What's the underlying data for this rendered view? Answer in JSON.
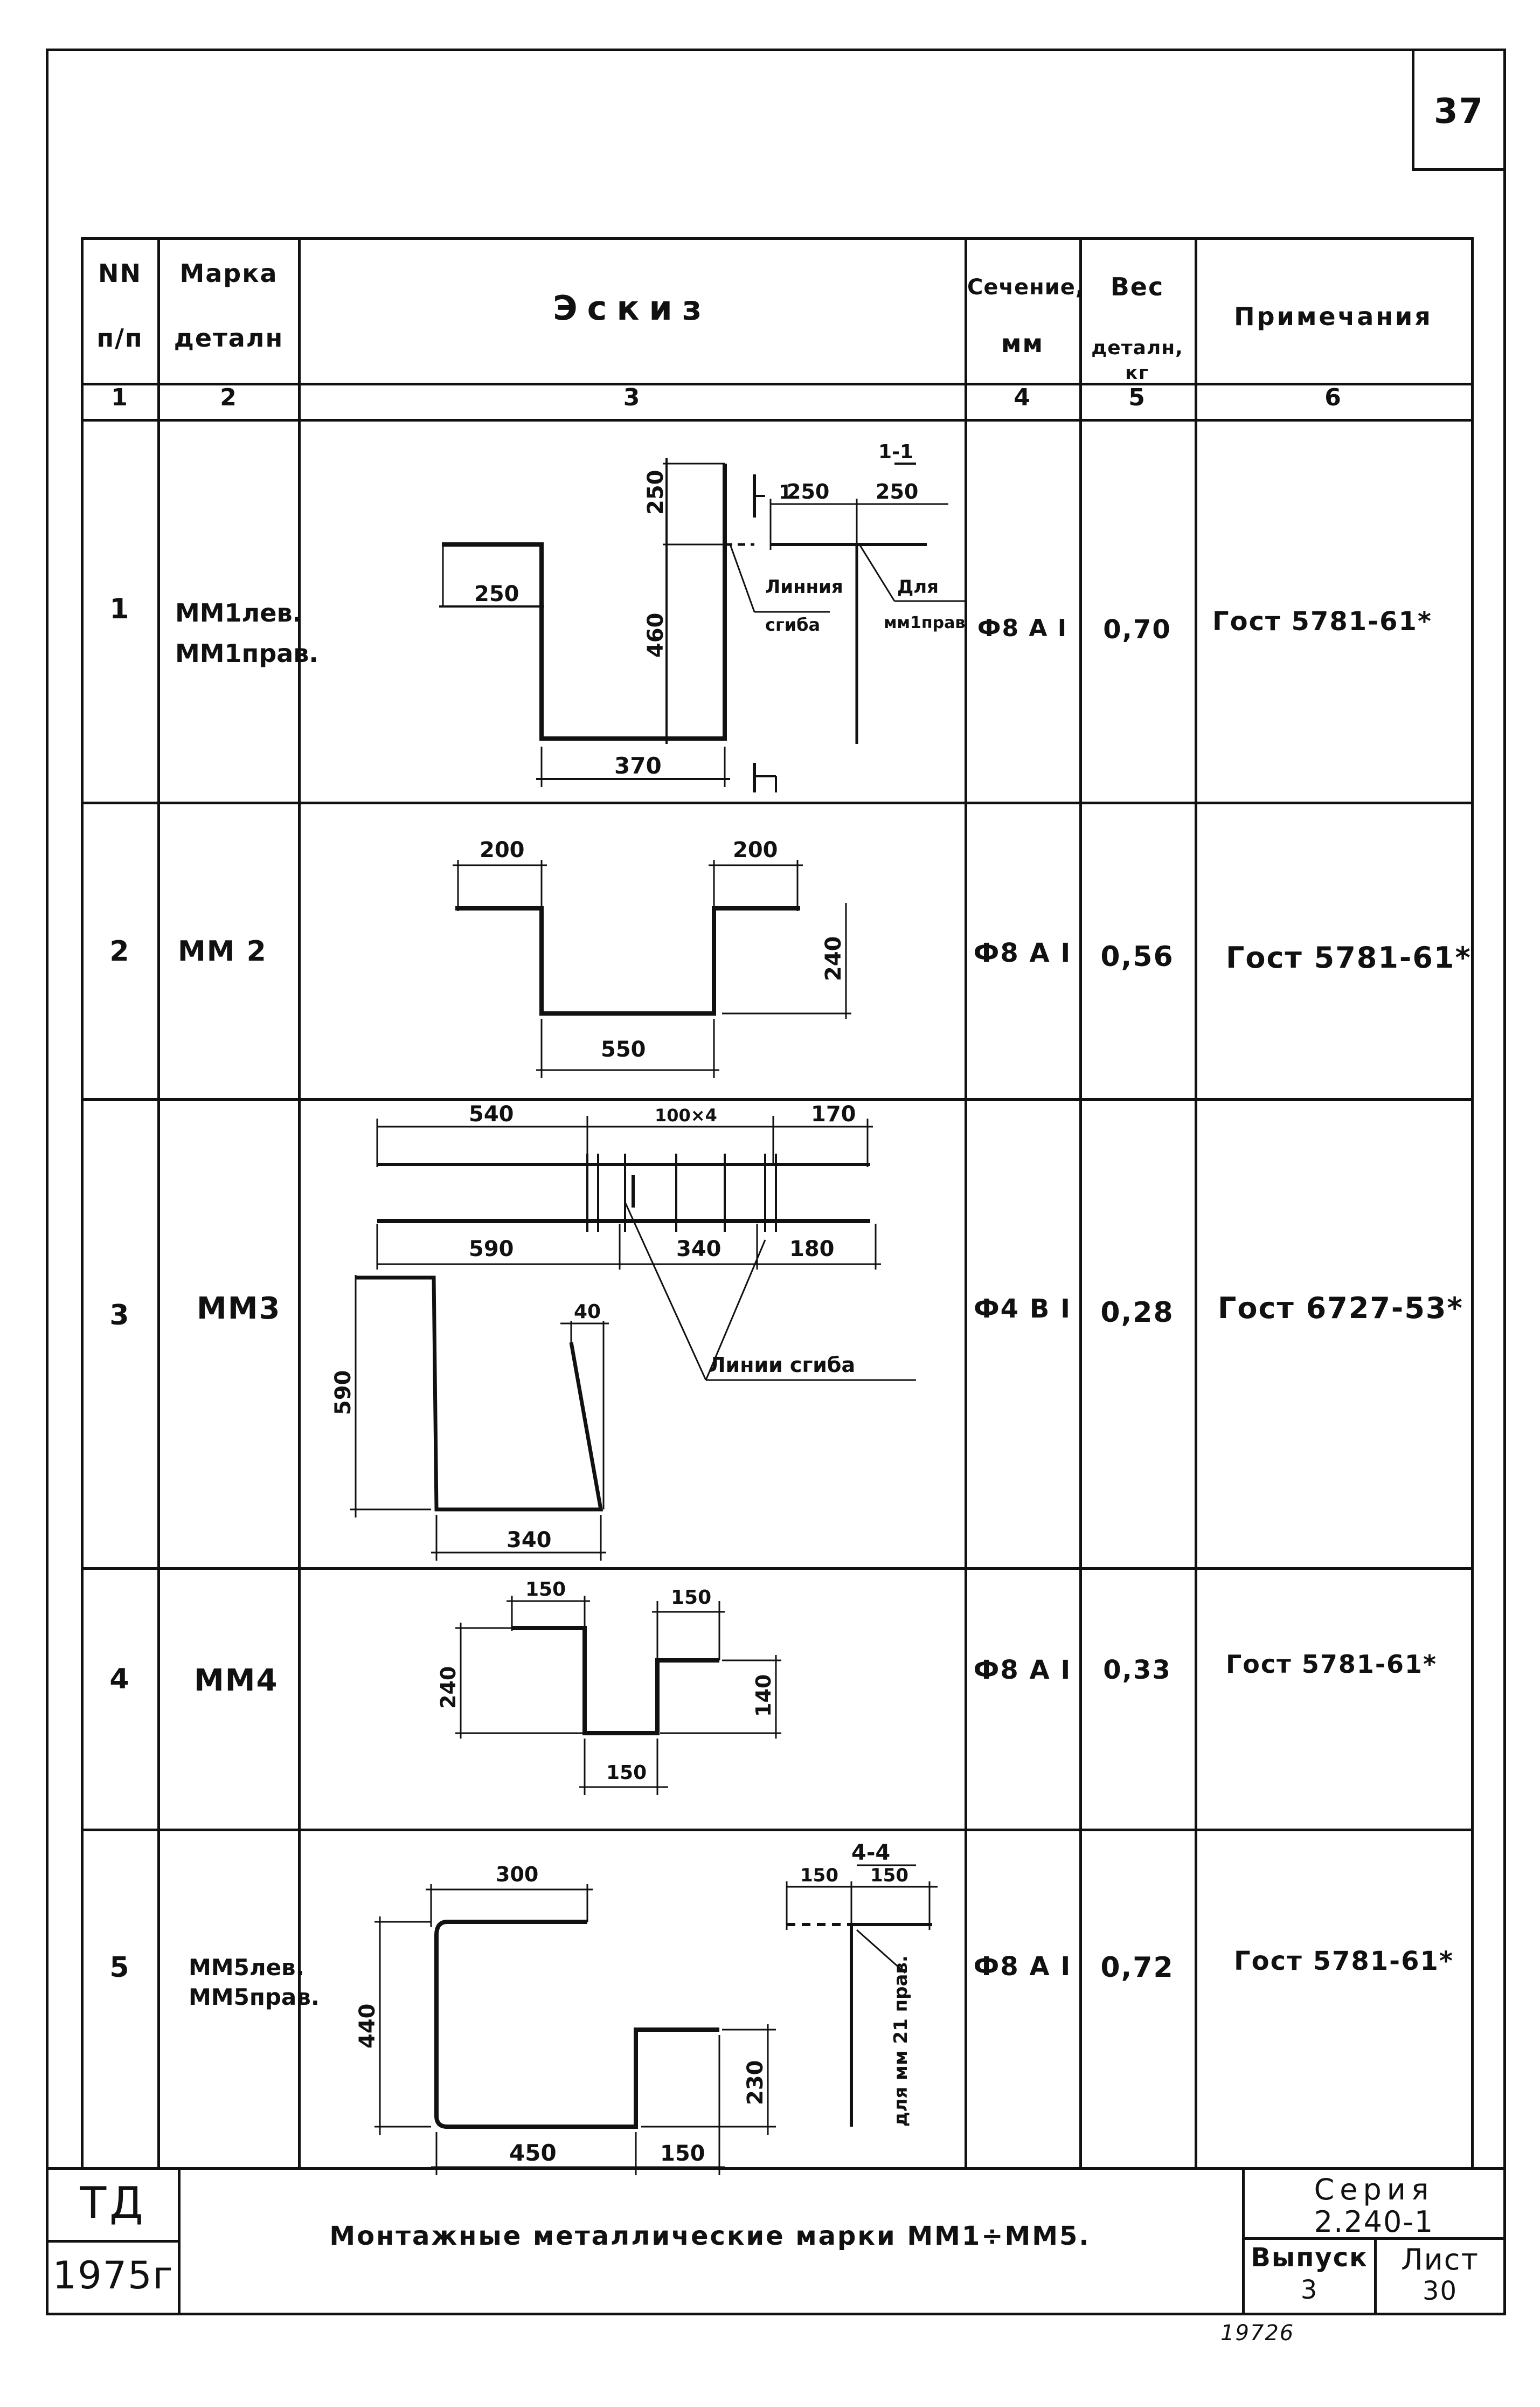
{
  "page_number": "37",
  "table": {
    "headers": {
      "num": [
        "NN",
        "п/п"
      ],
      "mark": [
        "Марка",
        "деталн"
      ],
      "sketch": "Эскиз",
      "section": [
        "Сечение,",
        "мм"
      ],
      "weight": [
        "Вес",
        "деталн,",
        "кг"
      ],
      "notes": "Примечания"
    },
    "column_numbers": [
      "1",
      "2",
      "3",
      "4",
      "5",
      "6"
    ],
    "rows": [
      {
        "num": "1",
        "mark": [
          "MM1лев.",
          "MM1прав."
        ],
        "section": "Ф8 А I",
        "weight": "0,70",
        "note": "Гост 5781-61*"
      },
      {
        "num": "2",
        "mark": [
          "MM 2"
        ],
        "section": "Ф8 А I",
        "weight": "0,56",
        "note": "Гост 5781-61*"
      },
      {
        "num": "3",
        "mark": [
          "MM3"
        ],
        "section": "Ф4 В I",
        "weight": "0,28",
        "note": "Гост 6727-53*"
      },
      {
        "num": "4",
        "mark": [
          "MM4"
        ],
        "section": "Ф8 А I",
        "weight": "0,33",
        "note": "Гост 5781-61*"
      },
      {
        "num": "5",
        "mark": [
          "MM5лев.",
          "MM5прав."
        ],
        "section": "Ф8 А I",
        "weight": "0,72",
        "note": "Гост 5781-61*"
      }
    ]
  },
  "sketches": {
    "mm1": {
      "d250": "250",
      "d250b": "250",
      "d460": "460",
      "d370": "370",
      "s1": "1",
      "s11": "1-1",
      "s250c": "250",
      "s250d": "250",
      "bend": [
        "Линния",
        "сгиба"
      ],
      "for": [
        "Для",
        "мм1прав"
      ]
    },
    "mm2": {
      "d200a": "200",
      "d200b": "200",
      "d240": "240",
      "d550": "550"
    },
    "mm3": {
      "d540": "540",
      "d100x4": "100×4",
      "d170": "170",
      "d590": "590",
      "d340": "340",
      "d180": "180",
      "d590v": "590",
      "d40": "40",
      "d340b": "340",
      "bend": "Линии сгиба"
    },
    "mm4": {
      "d150a": "150",
      "d150b": "150",
      "d240": "240",
      "d140": "140",
      "d150c": "150"
    },
    "mm5": {
      "d300": "300",
      "d440": "440",
      "d230": "230",
      "d450": "450",
      "d150": "150",
      "s44": "4-4",
      "s150a": "150",
      "s150b": "150",
      "for": "для мм 21 прав."
    }
  },
  "title_block": {
    "org": "ТД",
    "year": "1975г",
    "title": "Монтажные металлические марки ММ1÷ММ5.",
    "series_label": "Серия",
    "series_value": "2.240-1",
    "issue_label": "Выпуск",
    "issue_value": "3",
    "sheet_label": "Лист",
    "sheet_value": "30"
  },
  "stamp": "19726"
}
